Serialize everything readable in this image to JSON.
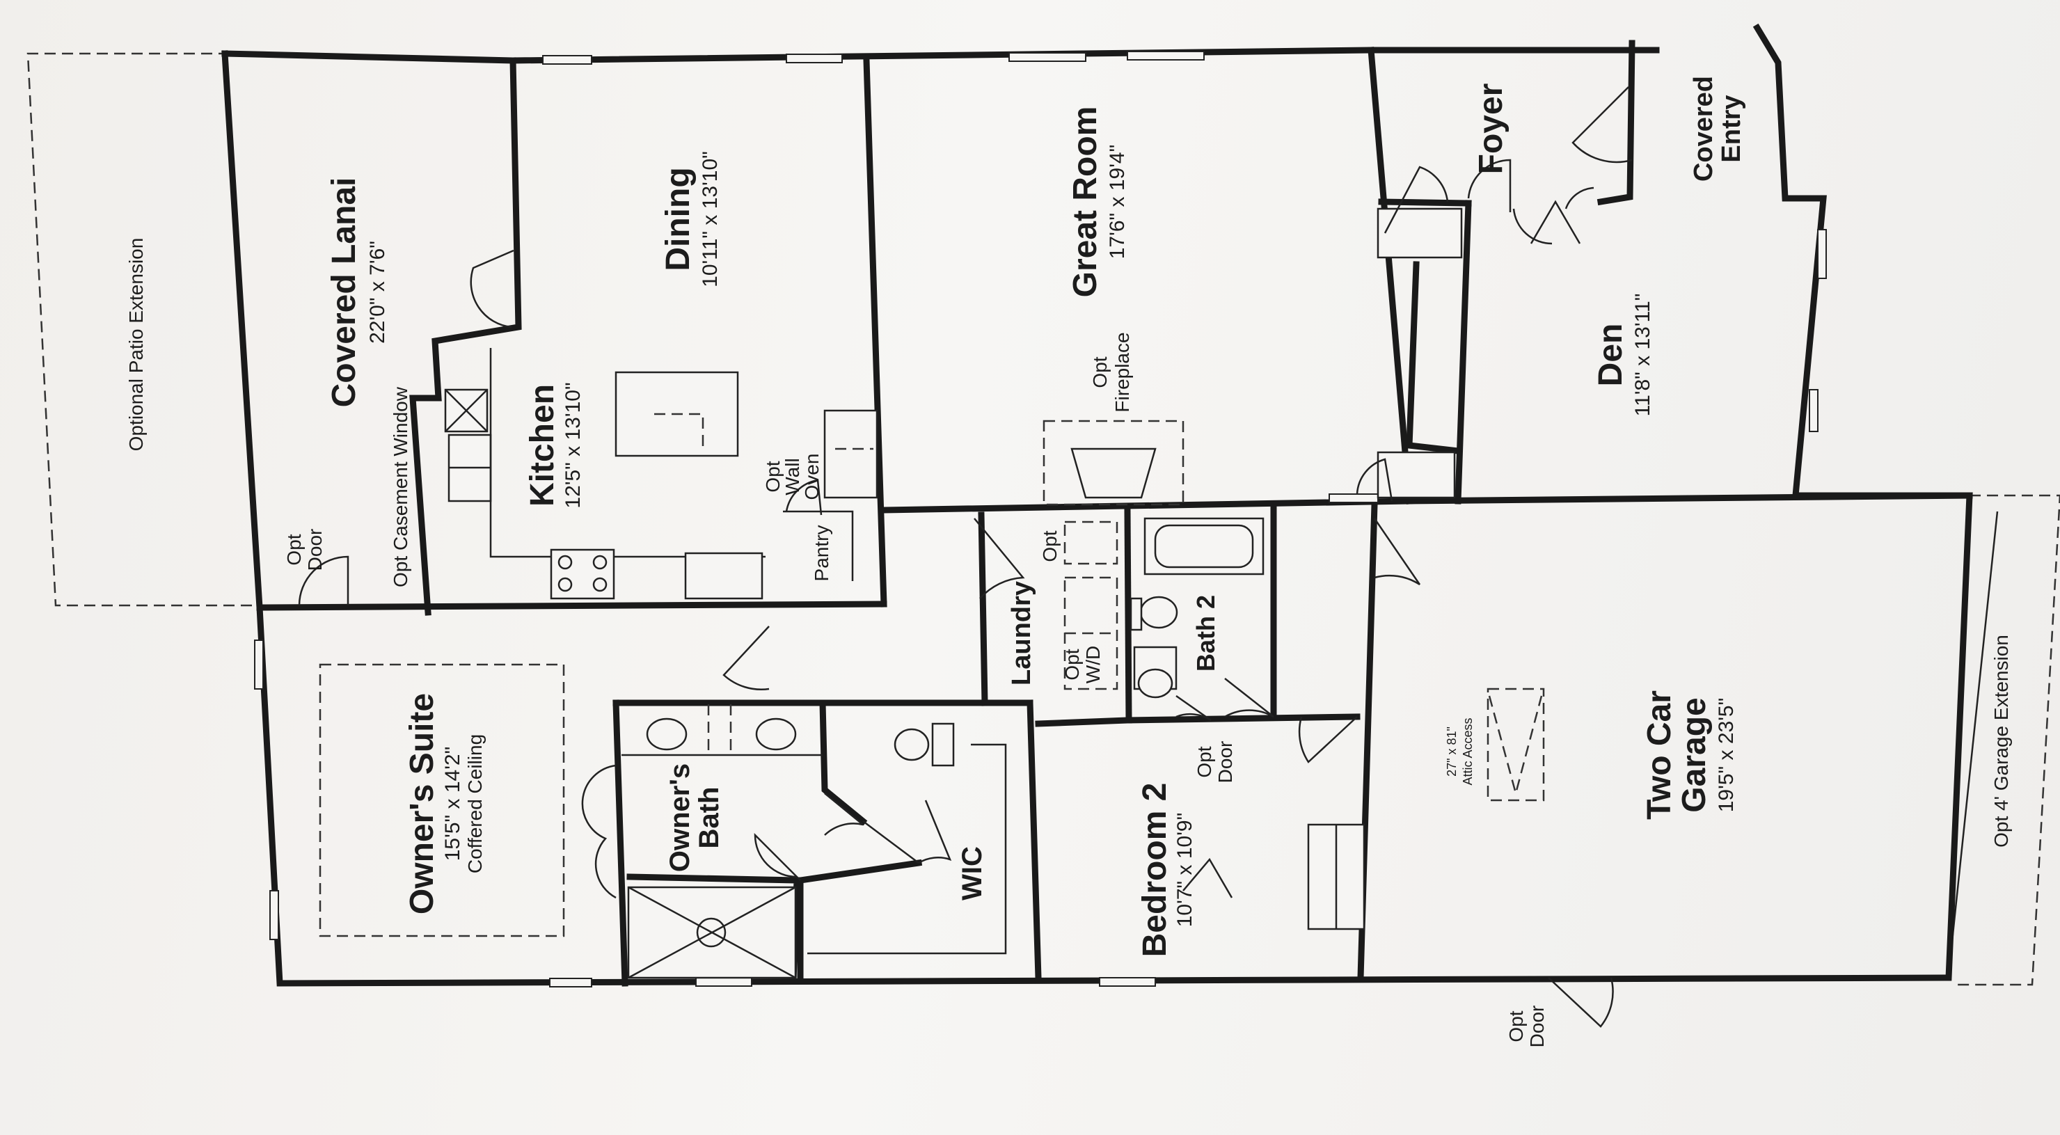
{
  "rooms": {
    "optional_patio": {
      "name": "Optional Patio Extension"
    },
    "covered_lanai": {
      "name": "Covered Lanai",
      "dim": "22'0\" x 7'6\""
    },
    "casement_window": {
      "note": "Opt Casement Window"
    },
    "lanai_door": {
      "l1": "Opt",
      "l2": "Door"
    },
    "dining": {
      "name": "Dining",
      "dim": "10'11\" x 13'10\""
    },
    "kitchen": {
      "name": "Kitchen",
      "dim": "12'5\" x 13'10\""
    },
    "wall_oven": {
      "l1": "Opt",
      "l2": "Wall",
      "l3": "Oven"
    },
    "pantry": {
      "name": "Pantry"
    },
    "great_room": {
      "name": "Great Room",
      "dim": "17'6\" x 19'4\""
    },
    "fireplace": {
      "l1": "Opt",
      "l2": "Fireplace"
    },
    "foyer": {
      "name": "Foyer"
    },
    "covered_entry": {
      "l1": "Covered",
      "l2": "Entry"
    },
    "den": {
      "name": "Den",
      "dim": "11'8\" x 13'11\""
    },
    "owners_suite": {
      "name": "Owner's Suite",
      "dim": "15'5\" x 14'2\"",
      "note": "Coffered Ceiling"
    },
    "owners_bath": {
      "l1": "Owner's",
      "l2": "Bath"
    },
    "wic": {
      "name": "WIC"
    },
    "laundry": {
      "name": "Laundry",
      "opt": "Opt",
      "wd1": "Opt",
      "wd2": "W/D"
    },
    "bath2": {
      "name": "Bath 2"
    },
    "bedroom2": {
      "name": "Bedroom 2",
      "dim": "10'7\" x 10'9\"",
      "door1": "Opt",
      "door2": "Door"
    },
    "garage": {
      "l1": "Two Car",
      "l2": "Garage",
      "dim": "19'5\" x 23'5\""
    },
    "attic": {
      "l1": "27\" x 81\"",
      "l2": "Attic Access"
    },
    "garage_ext": {
      "name": "Opt 4' Garage Extension"
    },
    "garage_door": {
      "l1": "Opt",
      "l2": "Door"
    }
  },
  "colors": {
    "wall": "#1a1a1a",
    "paper": "#f4f3f1"
  }
}
